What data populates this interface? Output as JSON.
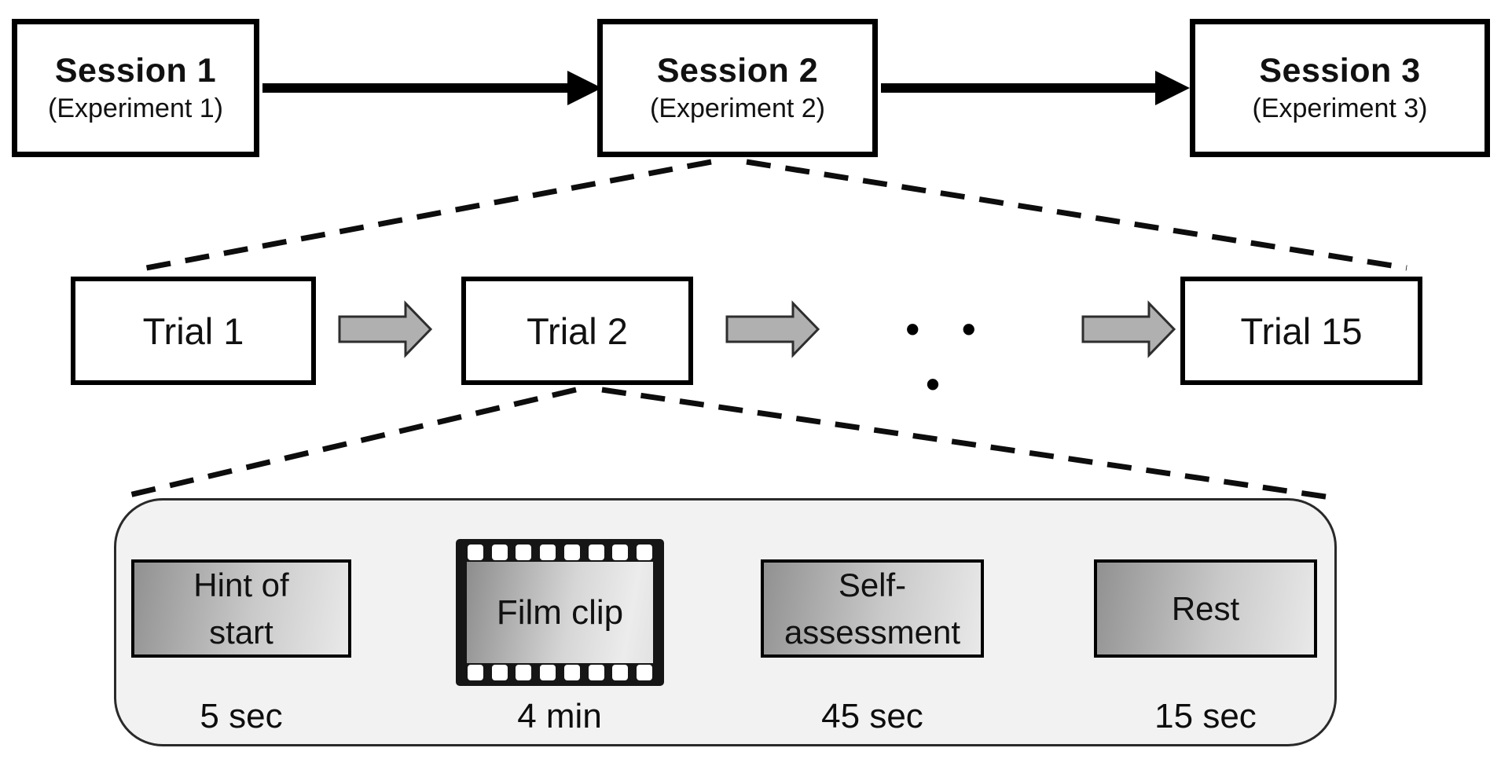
{
  "figure": {
    "description": "Experiment protocol flow diagram: three sessions, fifteen trials per session, four phases per trial"
  },
  "sessions": [
    {
      "title": "Session 1",
      "subtitle": "(Experiment 1)"
    },
    {
      "title": "Session 2",
      "subtitle": "(Experiment 2)"
    },
    {
      "title": "Session 3",
      "subtitle": "(Experiment 3)"
    }
  ],
  "trials": {
    "items": [
      {
        "label": "Trial 1"
      },
      {
        "label": "Trial 2"
      },
      {
        "label": "Trial 15"
      }
    ],
    "ellipsis": "• • •"
  },
  "protocol": {
    "steps": [
      {
        "line1": "Hint of",
        "line2": "start",
        "duration": "5 sec"
      },
      {
        "line1": "Film clip",
        "line2": "",
        "duration": "4 min"
      },
      {
        "line1": "Self-",
        "line2": "assessment",
        "duration": "45 sec"
      },
      {
        "line1": "Rest",
        "line2": "",
        "duration": "15 sec"
      }
    ]
  },
  "colors": {
    "background": "#ffffff",
    "box_border": "#000000",
    "panel_fill": "#f2f2f2",
    "block_arrow_fill": "#b0b0b0",
    "block_arrow_outline": "#2e2e2e",
    "step_gradient_dark": "#919191",
    "step_gradient_light": "#e9e9e9",
    "dashed_line": "#0d0d0d"
  }
}
